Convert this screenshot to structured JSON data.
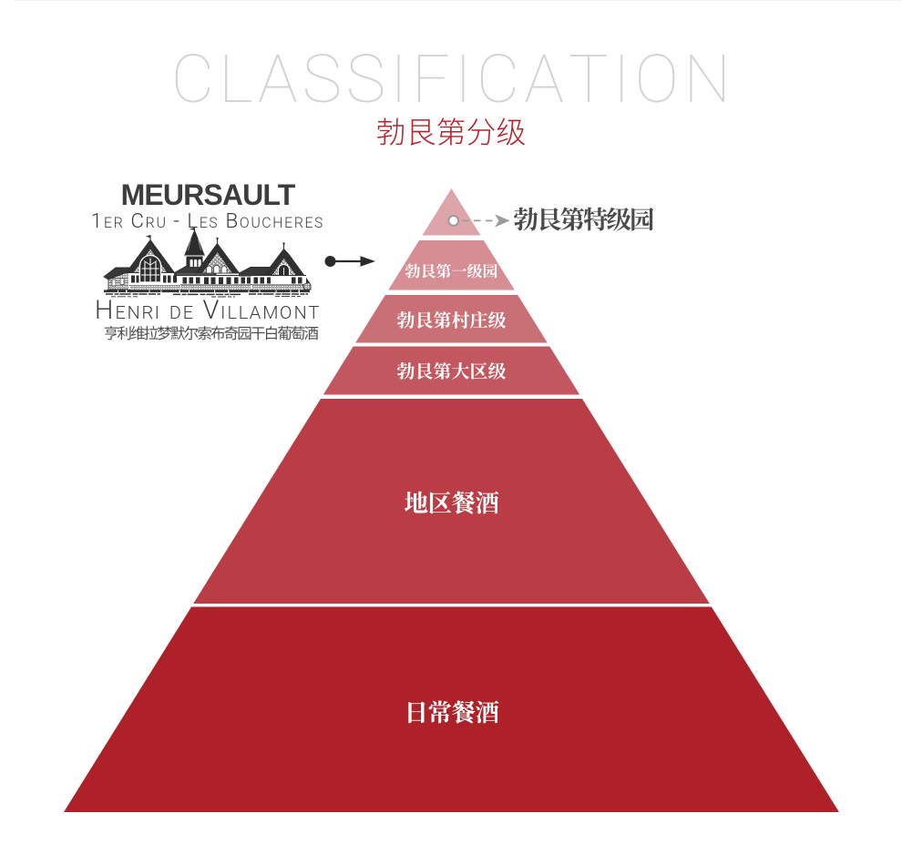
{
  "page": {
    "background": "#ffffff",
    "top_rule_color": "#f3f3f3"
  },
  "header": {
    "title": "CLASSIFICATION",
    "title_color": "#d3d3d3",
    "subtitle": "勃艮第分级",
    "subtitle_color": "#b5242d"
  },
  "wine_label": {
    "name": "MEURSAULT",
    "cru_line": "1er Cru - Les Boucheres",
    "producer": "Henri de Villamont",
    "producer_cn": "亨利维拉梦默尔索布奇园干白葡萄酒",
    "illustration": "chateau-engraving-sketch",
    "text_color": "#3d3d3d"
  },
  "callout": {
    "label": "勃艮第特级园",
    "label_color": "#4a4a4a",
    "connector_color": "#9b9b9b",
    "style": "white-dot-dashed-arrow"
  },
  "pointer": {
    "style": "black-dot-solid-arrow",
    "color": "#2b2b2b"
  },
  "chart_data": {
    "type": "pyramid",
    "title": "CLASSIFICATION",
    "subtitle": "勃艮第分级",
    "legend_position": "none",
    "levels": [
      {
        "rank": 1,
        "label": "勃艮第特级园",
        "color": "#dda4aa",
        "label_placement": "outside-right",
        "label_color": "#4a4a4a"
      },
      {
        "rank": 2,
        "label": "勃艮第一级园",
        "color": "#d68d93",
        "label_placement": "inside",
        "label_color": "#ffffff"
      },
      {
        "rank": 3,
        "label": "勃艮第村庄级",
        "color": "#c97077",
        "label_placement": "inside",
        "label_color": "#ffffff"
      },
      {
        "rank": 4,
        "label": "勃艮第大区级",
        "color": "#c2575f",
        "label_placement": "inside",
        "label_color": "#ffffff"
      },
      {
        "rank": 5,
        "label": "地区餐酒",
        "color": "#ba3c44",
        "label_placement": "inside",
        "label_color": "#ffffff"
      },
      {
        "rank": 6,
        "label": "日常餐酒",
        "color": "#ae2128",
        "label_placement": "inside",
        "label_color": "#ffffff"
      }
    ]
  }
}
